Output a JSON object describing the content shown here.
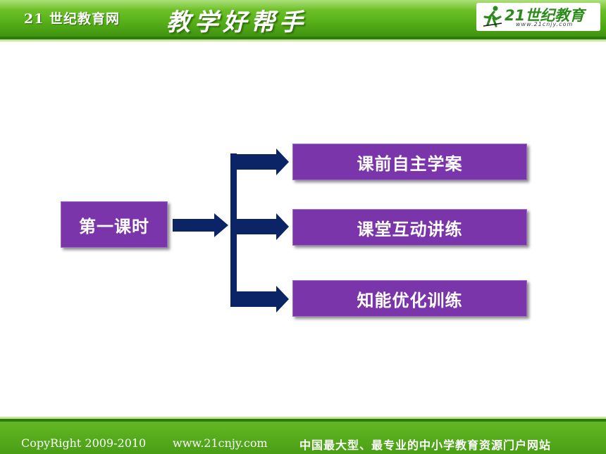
{
  "header": {
    "site_name": "21 世纪教育网",
    "slogan": "教学好帮手",
    "logo": {
      "brand": "21世纪教育",
      "url": "www.21cnjy.com",
      "icon": "runner-icon"
    }
  },
  "diagram": {
    "main_label": "第一课时",
    "items": [
      {
        "label": "课前自主学案"
      },
      {
        "label": "课堂互动讲练"
      },
      {
        "label": "知能优化训练"
      }
    ],
    "colors": {
      "box": "#7a35aa",
      "connector": "#0b2466"
    }
  },
  "footer": {
    "copyright": "CopyRight 2009-2010",
    "url": "www.21cnjy.com",
    "tagline": "中国最大型、最专业的中小学教育资源门户网站"
  },
  "colors": {
    "header_green": "#5ab31a",
    "footer_green": "#4a9e16"
  }
}
